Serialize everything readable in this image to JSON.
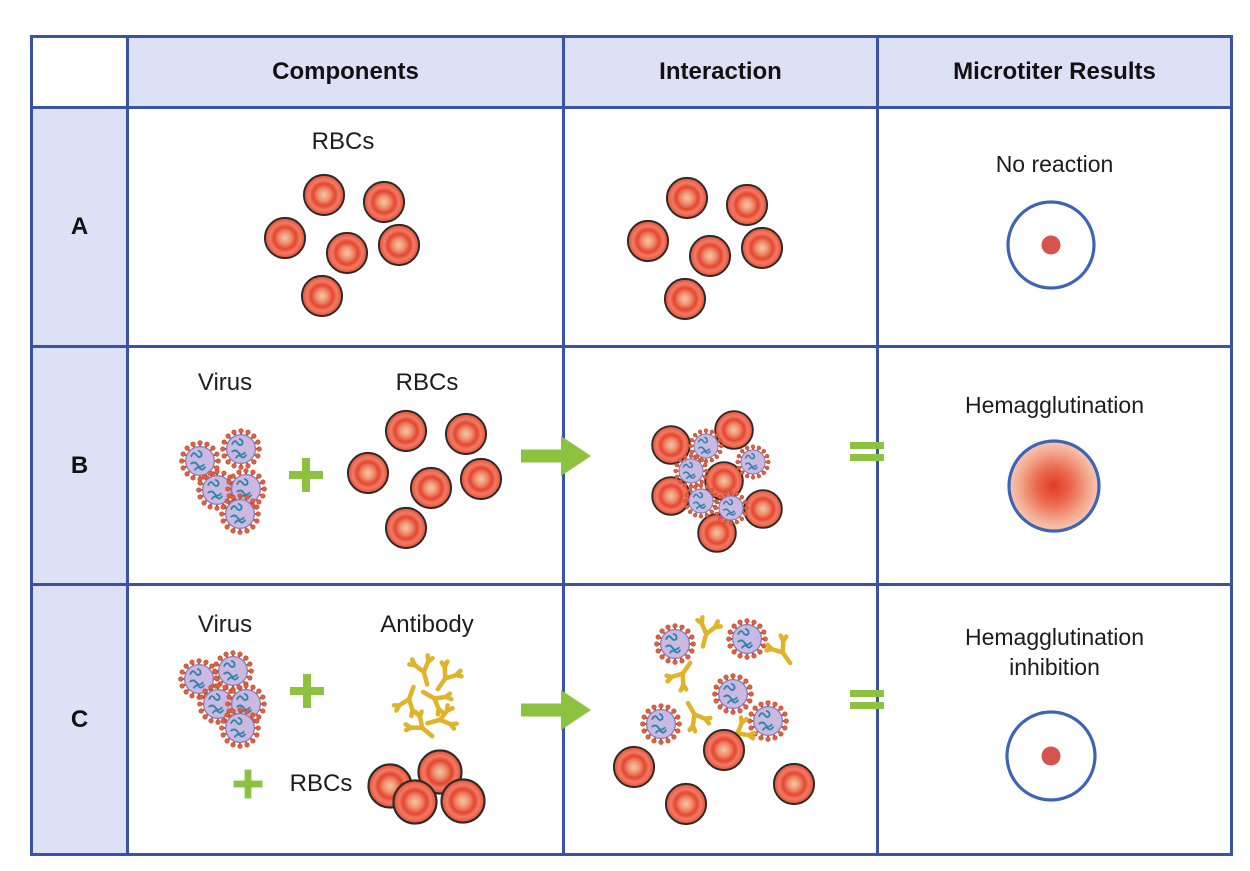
{
  "figure": {
    "title": "Hemagglutination assay diagram",
    "type": "table-diagram"
  },
  "table": {
    "columns": [
      "Components",
      "Interaction",
      "Microtiter Results"
    ],
    "rows": [
      {
        "label": "A",
        "components": {
          "rbcs_label": "RBCs",
          "rbc_count": 6
        },
        "interaction": {
          "rbc_count": 6,
          "description": "free RBCs, no binding"
        },
        "result": {
          "caption": "No reaction",
          "well_appearance": "small red dot in well"
        }
      },
      {
        "label": "B",
        "components": {
          "virus_label": "Virus",
          "rbcs_label": "RBCs",
          "operator": "+",
          "virus_count": 5,
          "rbc_count": 6
        },
        "interaction": {
          "rbc_count": 6,
          "virus_count": 5,
          "description": "virus cross-links RBCs into agglutinated clump"
        },
        "result": {
          "caption": "Hemagglutination",
          "well_appearance": "diffuse red well"
        }
      },
      {
        "label": "C",
        "components": {
          "virus_label": "Virus",
          "antibody_label": "Antibody",
          "rbcs_label": "RBCs",
          "operator1": "+",
          "operator2": "+",
          "virus_count": 5,
          "antibody_count": 6,
          "rbc_count": 4
        },
        "interaction": {
          "virus_count": 5,
          "antibody_count": 5,
          "rbc_count": 4,
          "description": "antibody neutralizes virus, RBCs stay free"
        },
        "result": {
          "line1": "Hemagglutination",
          "line2": "inhibition",
          "well_appearance": "small red dot in well"
        }
      }
    ]
  },
  "icons": [
    "rbc-icon",
    "virus-icon",
    "antibody-icon",
    "plus-icon",
    "arrow-right-icon",
    "equals-icon",
    "microtiter-well-icon"
  ],
  "colors": {
    "table_border": "#3a53a4",
    "header_bg": "#dde1f6",
    "rbc_red": "#e6402a",
    "rbc_center": "#f4c7a5",
    "virus_body": "#cbb9e2",
    "virus_spikes": "#e0603f",
    "virus_rna": "#2f86ad",
    "antibody_gold": "#dfb32a",
    "accent_green": "#8cc23f",
    "well_stroke": "#3e64b6",
    "well_dot": "#d9534e",
    "text": "#1c1c1c"
  }
}
